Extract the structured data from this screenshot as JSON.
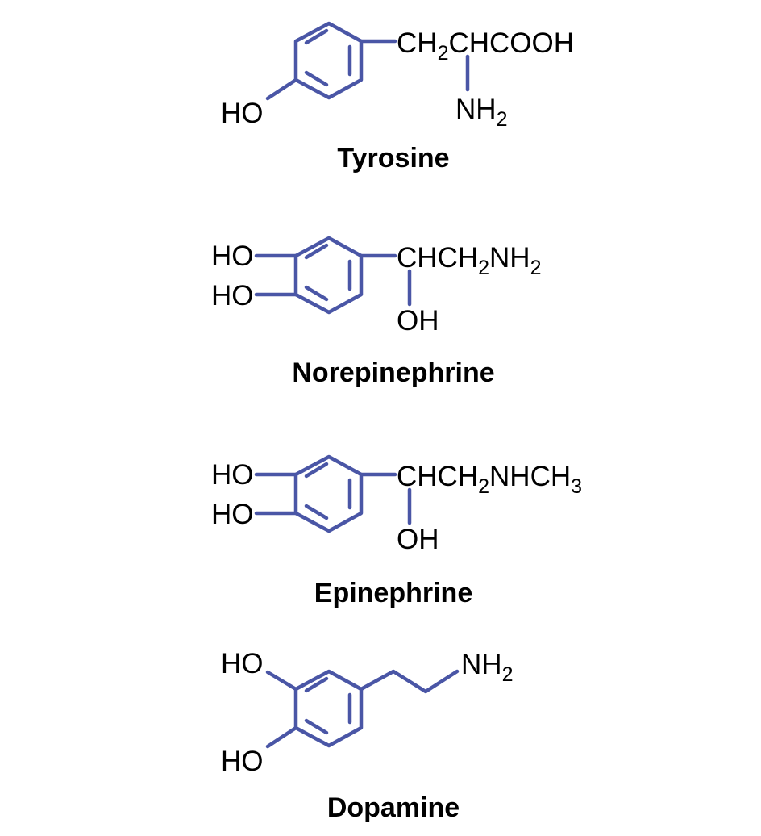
{
  "colors": {
    "bond": "#4a56a6",
    "text": "#000000"
  },
  "structures": [
    {
      "name": "Tyrosine",
      "ho": "HO",
      "chain": [
        "CH",
        "2",
        "CHCOOH"
      ],
      "amine": [
        "NH",
        "2"
      ]
    },
    {
      "name": "Norepinephrine",
      "ho1": "HO",
      "ho2": "HO",
      "chain": [
        "CHCH",
        "2",
        "NH",
        "2"
      ],
      "oh": "OH"
    },
    {
      "name": "Epinephrine",
      "ho1": "HO",
      "ho2": "HO",
      "chain": [
        "CHCH",
        "2",
        "NHCH",
        "3"
      ],
      "oh": "OH"
    },
    {
      "name": "Dopamine",
      "ho1": "HO",
      "ho2": "HO",
      "amine": [
        "NH",
        "2"
      ]
    }
  ]
}
